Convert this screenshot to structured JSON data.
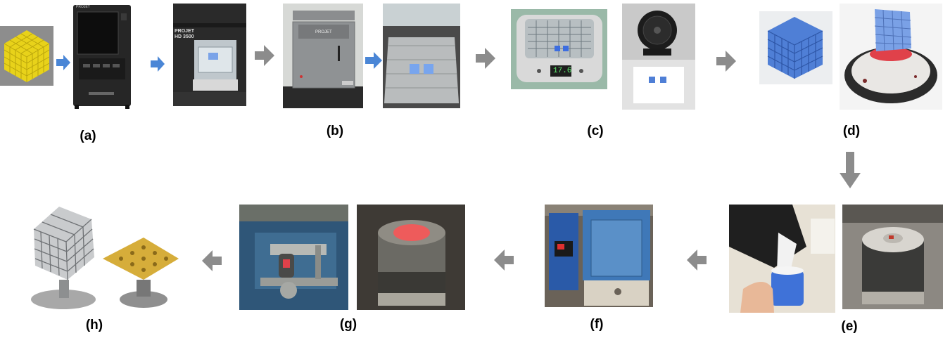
{
  "labels": {
    "a": "(a)",
    "b": "(b)",
    "c": "(c)",
    "d": "(d)",
    "e": "(e)",
    "f": "(f)",
    "g": "(g)",
    "h": "(h)"
  },
  "printer_text": {
    "brand": "PROJET",
    "model": "HD 3500"
  },
  "oven_text": {
    "brand": "PROJET"
  },
  "ultrasonic_display": "17.6",
  "colors": {
    "blue_arrow": "#4a86d6",
    "gray_arrow": "#8c8c8c",
    "resin_blue": "#4f7fd6",
    "lattice_yellow": "#e8d21a",
    "red_wax": "#e0414a"
  },
  "icons": [
    "blue-arrow-icon",
    "gray-arrow-icon"
  ]
}
